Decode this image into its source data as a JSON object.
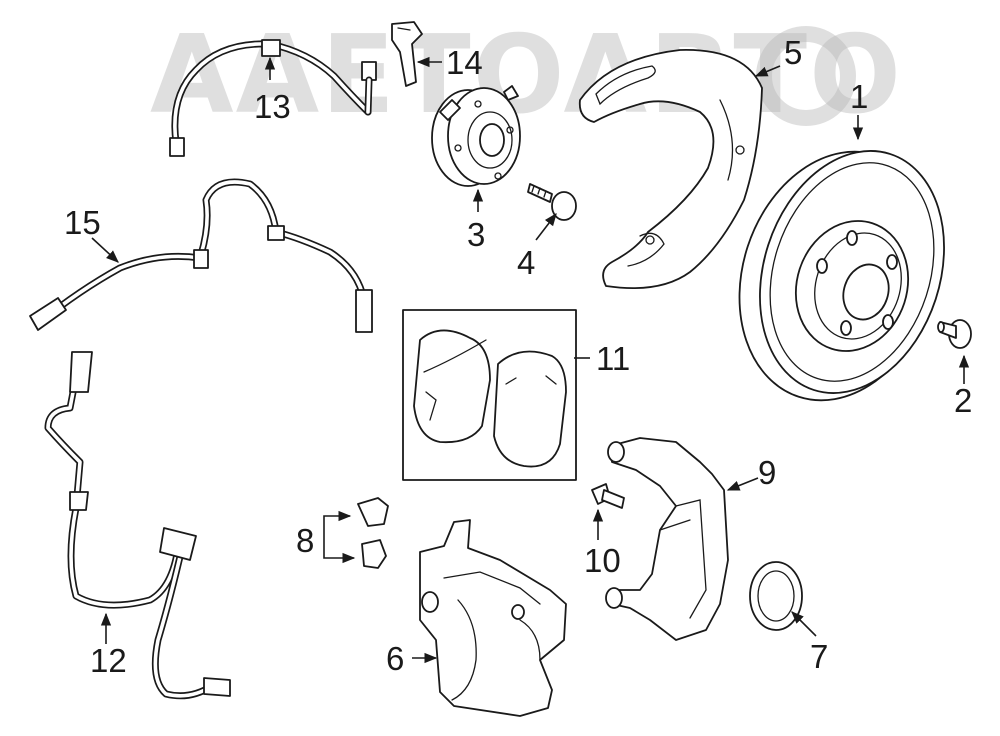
{
  "watermark": {
    "text": "AAETOABTO",
    "color": "#b9b9b9"
  },
  "callouts": {
    "c1": "1",
    "c2": "2",
    "c3": "3",
    "c4": "4",
    "c5": "5",
    "c6": "6",
    "c7": "7",
    "c8": "8",
    "c9": "9",
    "c10": "10",
    "c11": "11",
    "c12": "12",
    "c13": "13",
    "c14": "14",
    "c15": "15"
  },
  "colors": {
    "line": "#1a1a1a",
    "background": "#ffffff"
  }
}
